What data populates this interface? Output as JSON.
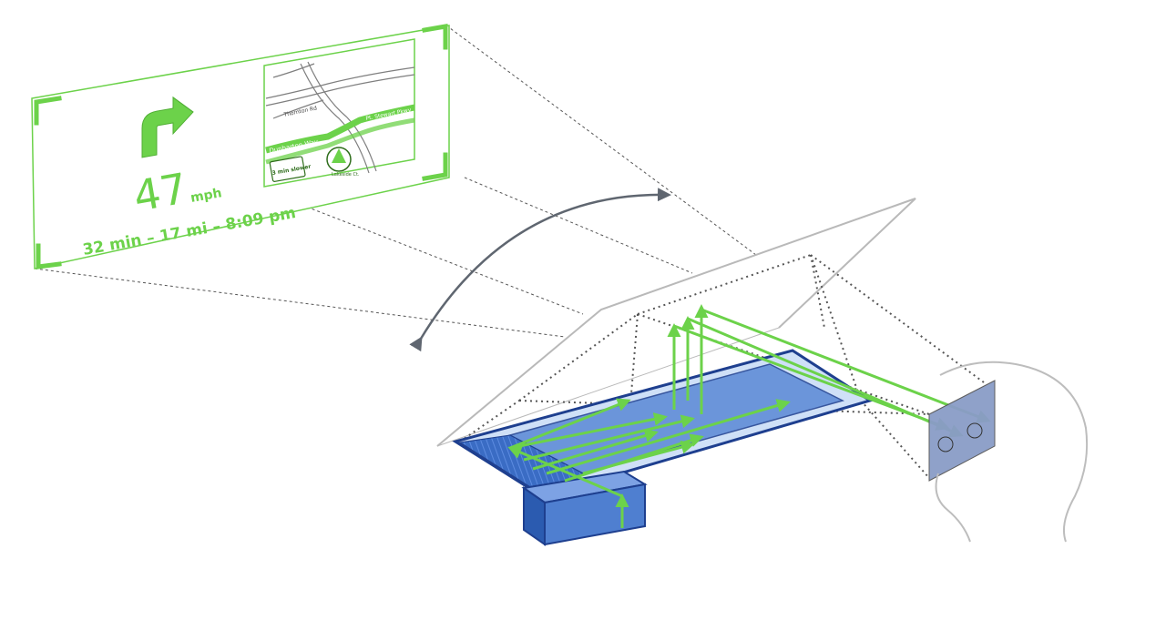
{
  "hud": {
    "speed": "47",
    "speed_unit": "mph",
    "trip_info": "32 min – 17 mi – 8:09 pm",
    "turn_icon": "turn-right-arrow-icon",
    "map": {
      "streets": [
        "Thornton Rd",
        "Dunbarton Way",
        "Pt. Stewart Pkwy"
      ],
      "traffic_badge": "3 min slower",
      "destination_label": "Lakeside Ct."
    }
  },
  "colors": {
    "accent_green": "#6cd24a",
    "optics_blue": "#3a6cc4",
    "optics_dark": "#1e3f8f",
    "housing_blue": "#4f7fd0",
    "eyebox": "#8a9cc7",
    "dotted": "#555555",
    "windshield": "#b9b9b9",
    "head_outline": "#bdbdbd",
    "rotation_arrow": "#5f6670"
  }
}
